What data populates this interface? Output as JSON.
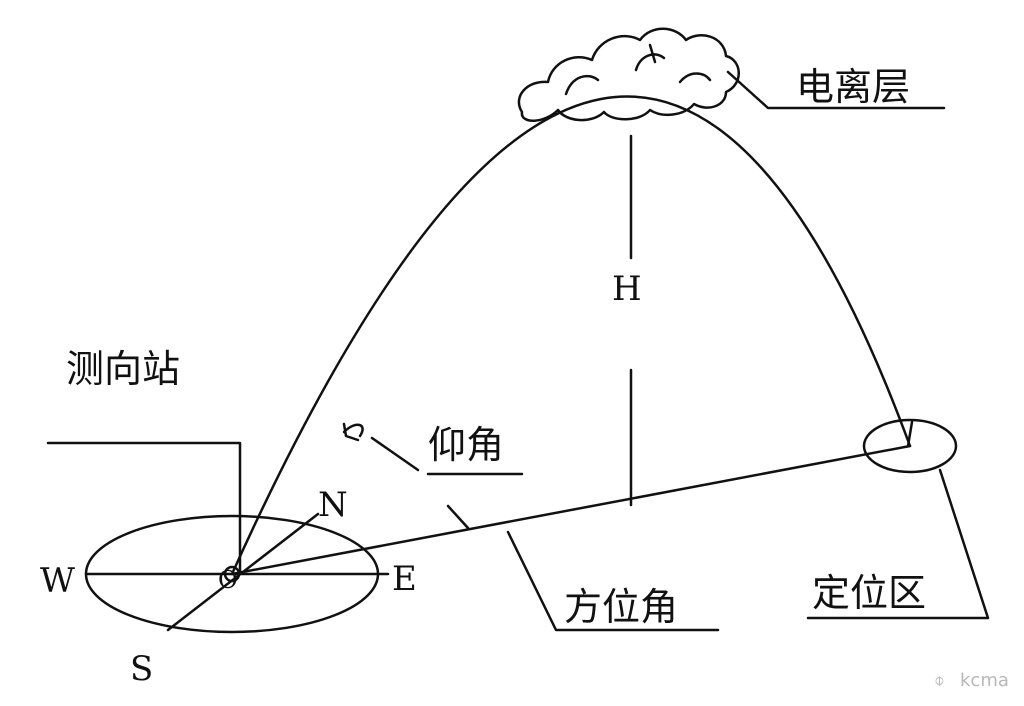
{
  "labels": {
    "ionosphere": "电离层",
    "station": "测向站",
    "elevation_angle": "仰角",
    "azimuth_angle": "方位角",
    "location_zone": "定位区",
    "height": "H",
    "north": "N",
    "south": "S",
    "east": "E",
    "west": "W",
    "origin": "O"
  },
  "watermark": {
    "glyph": "⌽",
    "text": "kcma"
  }
}
